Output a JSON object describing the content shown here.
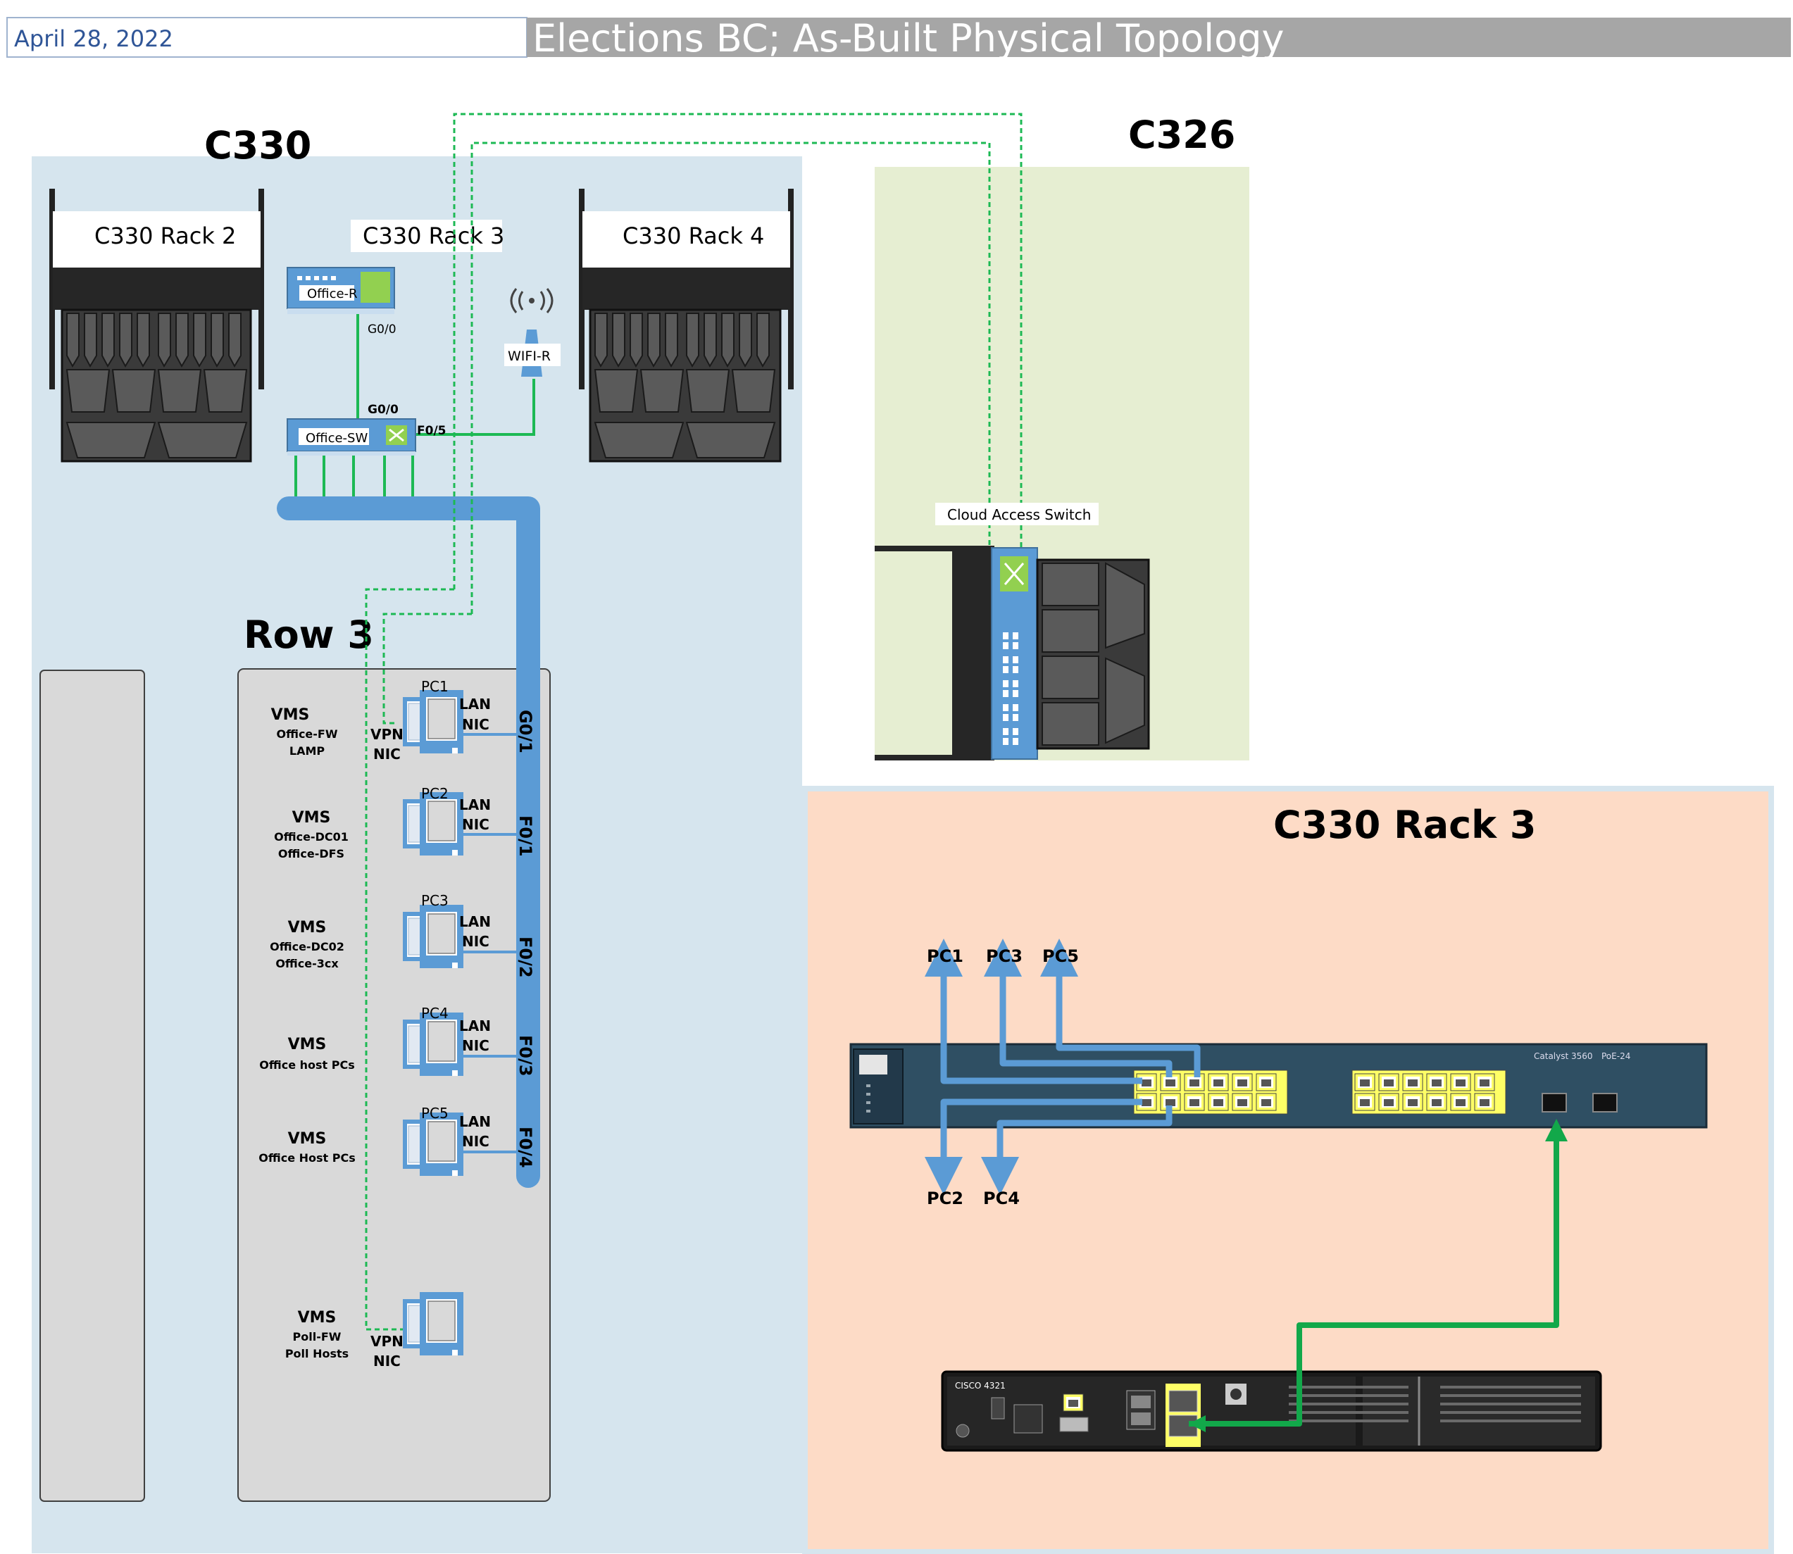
{
  "header": {
    "date": "April 28, 2022",
    "title": "Elections BC; As-Built Physical Topology"
  },
  "rooms": {
    "c330": "C330",
    "c326": "C326",
    "rack3_detail": "C330 Rack 3"
  },
  "racks": {
    "rack2": "C330 Rack 2",
    "rack3": "C330 Rack 3",
    "rack4": "C330 Rack 4"
  },
  "devices": {
    "office_router": "Office-R",
    "office_switch": "Office-SW",
    "wifi_router": "WIFI-R",
    "cloud_access_switch": "Cloud Access Switch",
    "catalyst_model": "Catalyst 3560",
    "catalyst_poe": "PoE-24",
    "isr_model": "CISCO 4321"
  },
  "ports": {
    "router_g00": "G0/0",
    "switch_g00": "G0/0",
    "switch_f05": "F0/5",
    "pc1_port": "G0/1",
    "pc2_port": "F0/1",
    "pc3_port": "F0/2",
    "pc4_port": "F0/3",
    "pc5_port": "F0/4"
  },
  "row3": {
    "title": "Row 3",
    "groups": [
      {
        "pc": "PC1",
        "vms": "VMS",
        "line1": "Office-FW",
        "line2": "LAMP",
        "lan1": "LAN",
        "lan2": "NIC",
        "vpn1": "VPN",
        "vpn2": "NIC"
      },
      {
        "pc": "PC2",
        "vms": "VMS",
        "line1": "Office-DC01",
        "line2": "Office-DFS",
        "lan1": "LAN",
        "lan2": "NIC"
      },
      {
        "pc": "PC3",
        "vms": "VMS",
        "line1": "Office-DC02",
        "line2": "Office-3cx",
        "lan1": "LAN",
        "lan2": "NIC"
      },
      {
        "pc": "PC4",
        "vms": "VMS",
        "line1": "Office host PCs",
        "lan1": "LAN",
        "lan2": "NIC"
      },
      {
        "pc": "PC5",
        "vms": "VMS",
        "line1": "Office Host PCs",
        "lan1": "LAN",
        "lan2": "NIC"
      },
      {
        "vms": "VMS",
        "line1": "Poll-FW",
        "line2": "Poll Hosts",
        "vpn1": "VPN",
        "vpn2": "NIC"
      }
    ]
  },
  "rack3_detail": {
    "top_labels": [
      "PC1",
      "PC3",
      "PC5"
    ],
    "bottom_labels": [
      "PC2",
      "PC4"
    ]
  },
  "colors": {
    "room_c330": "#d6e5ee",
    "room_c326": "#e6eed2",
    "room_rack3": "#fddbc6",
    "cable_blue": "#5b9bd5",
    "vpn_green": "#1db954",
    "fiber_green": "#12a84a",
    "title_bar": "#a6a6a6"
  }
}
